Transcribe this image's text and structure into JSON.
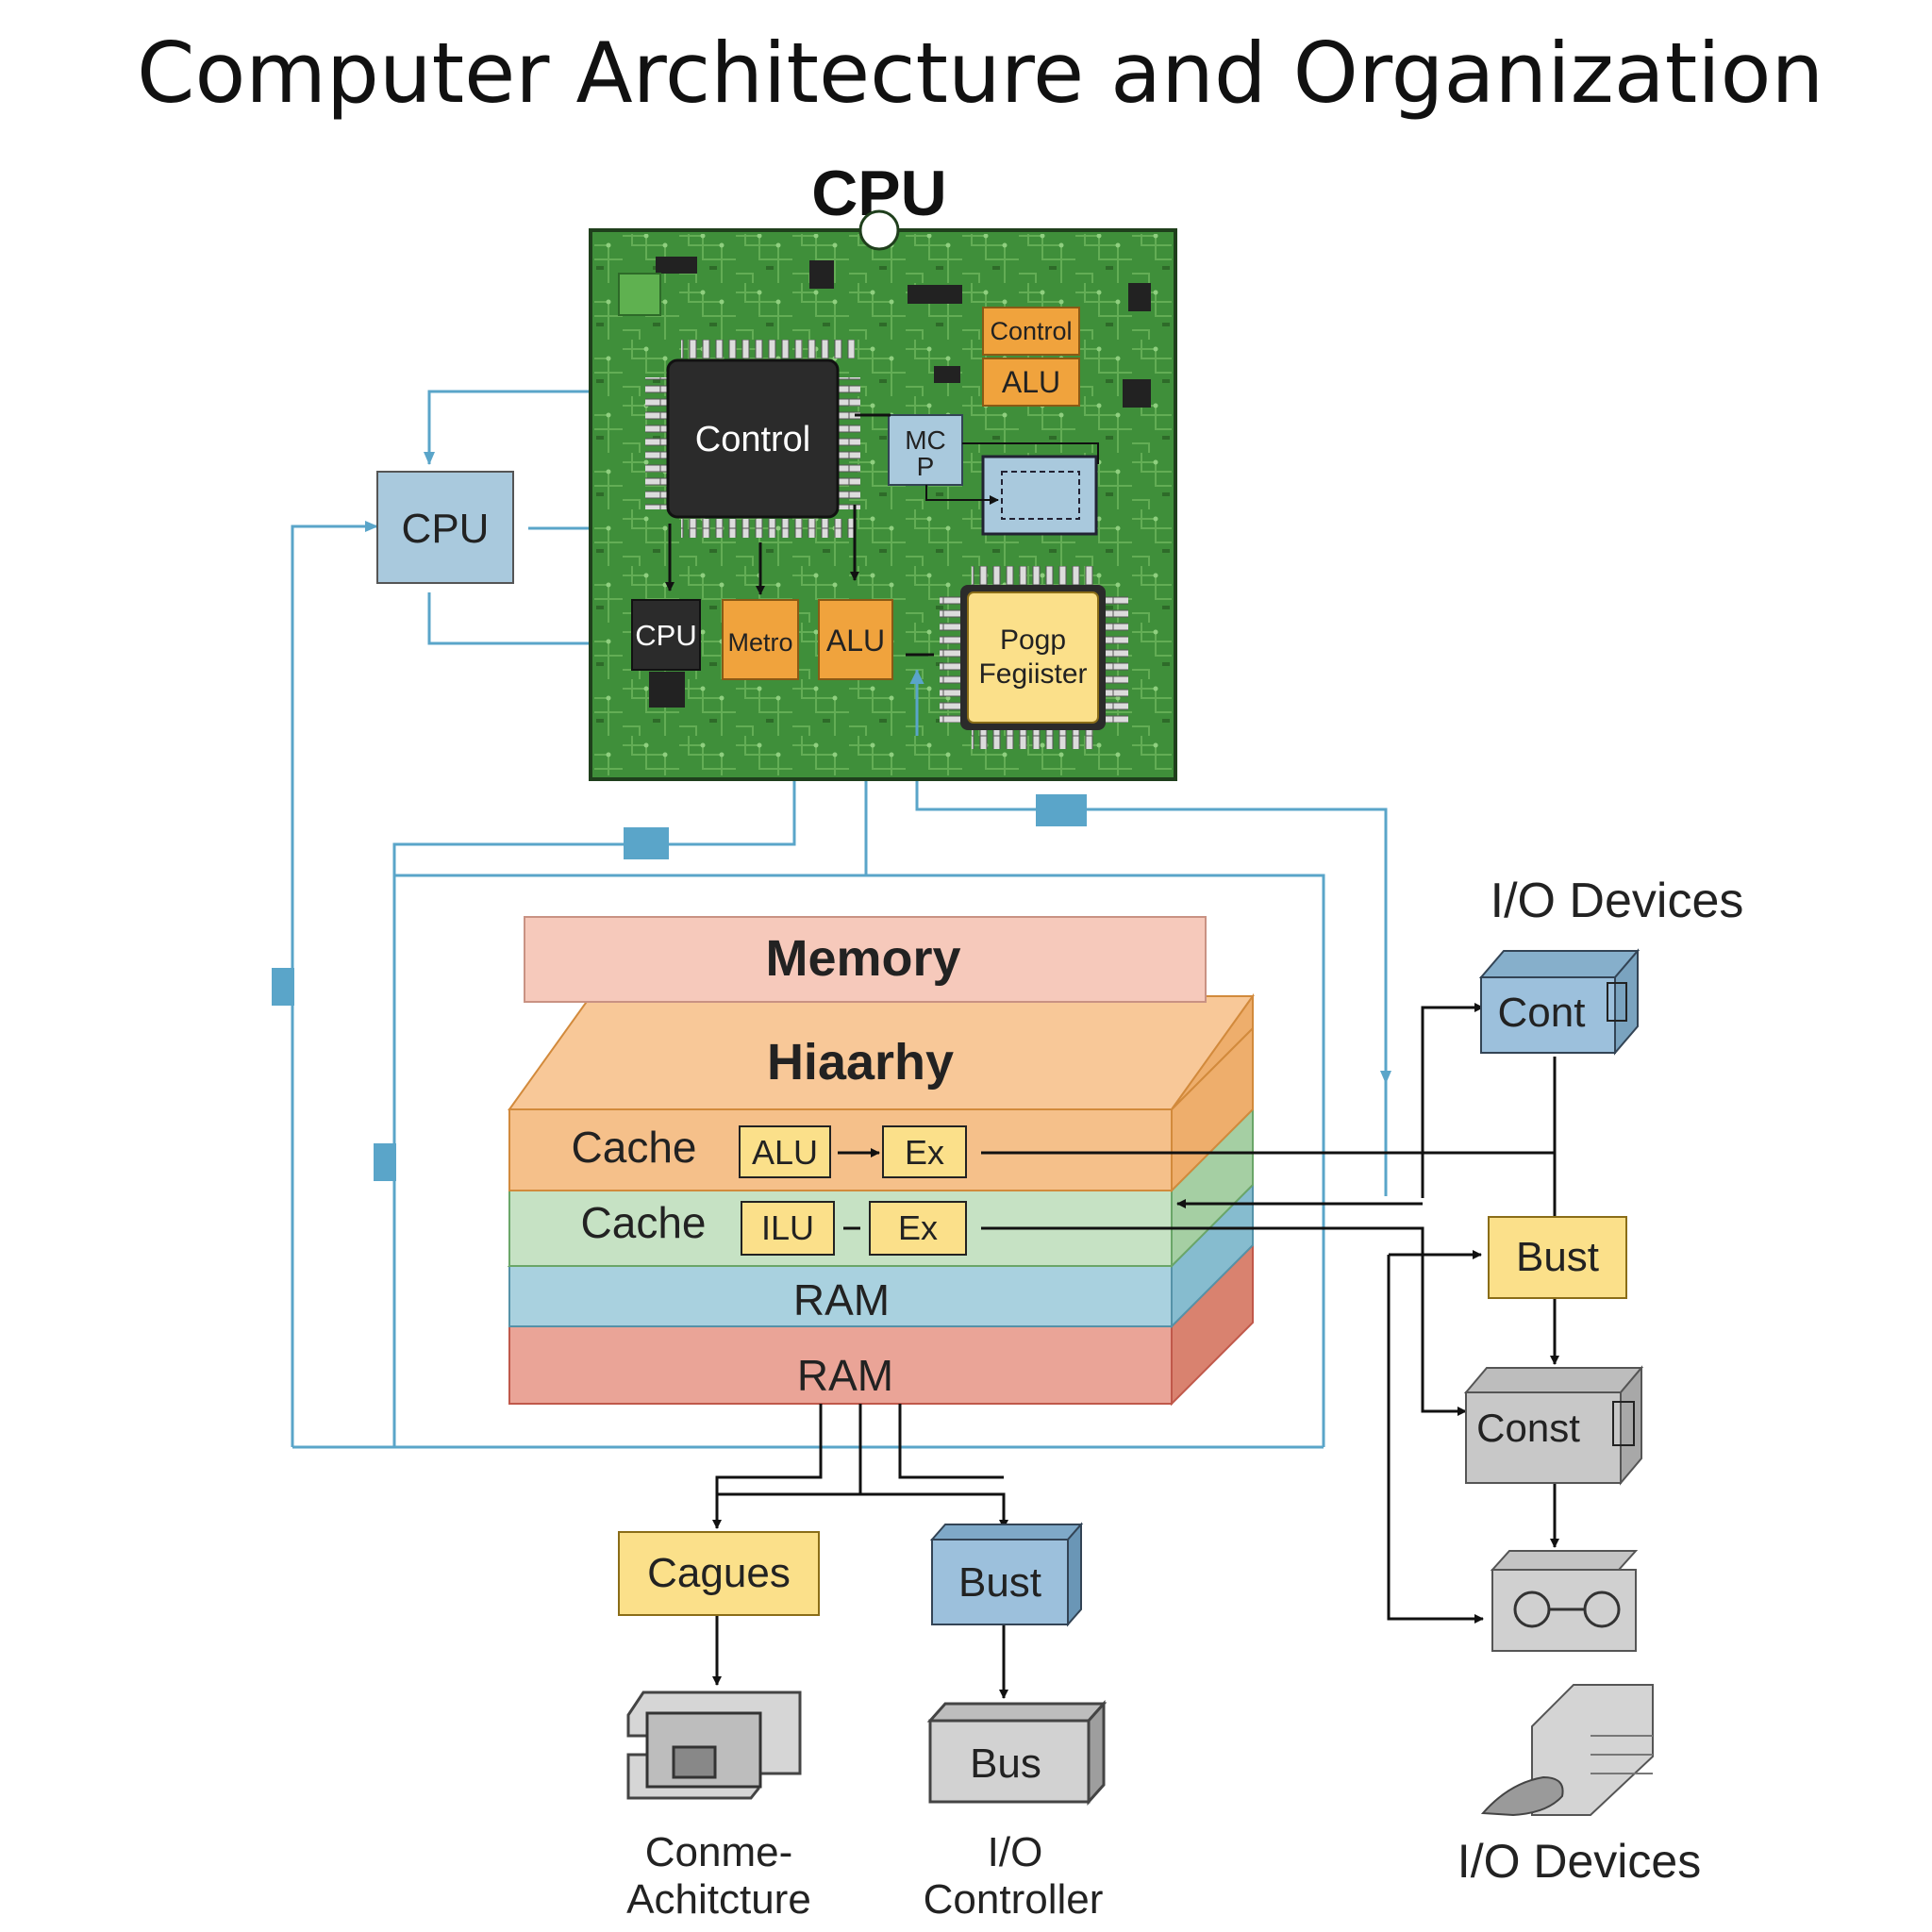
{
  "title": "Computer Architecture and Organization",
  "cpu_board": {
    "heading": "CPU",
    "control_chip": "Control",
    "small_cpu": "CPU",
    "metro": "Metro",
    "alu_mid": "ALU",
    "control_tag": "Control",
    "alu_tag": "ALU",
    "mcp_line1": "MC",
    "mcp_line2": "P",
    "register_line1": "Pogp",
    "register_line2": "Fegiister"
  },
  "external_cpu": "CPU",
  "memory": {
    "top_label": "Memory",
    "hierarchy_label": "Hiaarhy",
    "cache1": {
      "label": "Cache",
      "unit_a": "ALU",
      "unit_b": "Ex"
    },
    "cache2": {
      "label": "Cache",
      "unit_a": "ILU",
      "unit_b": "Ex"
    },
    "ram1": "RAM",
    "ram2": "RAM"
  },
  "bottom": {
    "cagues": "Cagues",
    "bust": "Bust",
    "bus": "Bus",
    "caption_left_line1": "Conme-",
    "caption_left_line2": "Achitcture",
    "caption_mid_line1": "I/O",
    "caption_mid_line2": "Controller"
  },
  "io": {
    "heading": "I/O Devices",
    "cont": "Cont",
    "bust": "Bust",
    "const": "Const",
    "footer": "I/O Devices"
  },
  "colors": {
    "board_green": "#3f8f3a",
    "chip_dark": "#2b2b2b",
    "orange": "#f0a33d",
    "yellow": "#fbe08a",
    "light_blue": "#a9c9dd",
    "connector_blue": "#5aa5c9",
    "memory_pink": "#f6c9bb",
    "cache_orange": "#f5c08a",
    "cache_green": "#c6e2c4",
    "ram_blue": "#a9d1df",
    "ram_red": "#eaa497",
    "grey_device": "#c8c8c8"
  }
}
